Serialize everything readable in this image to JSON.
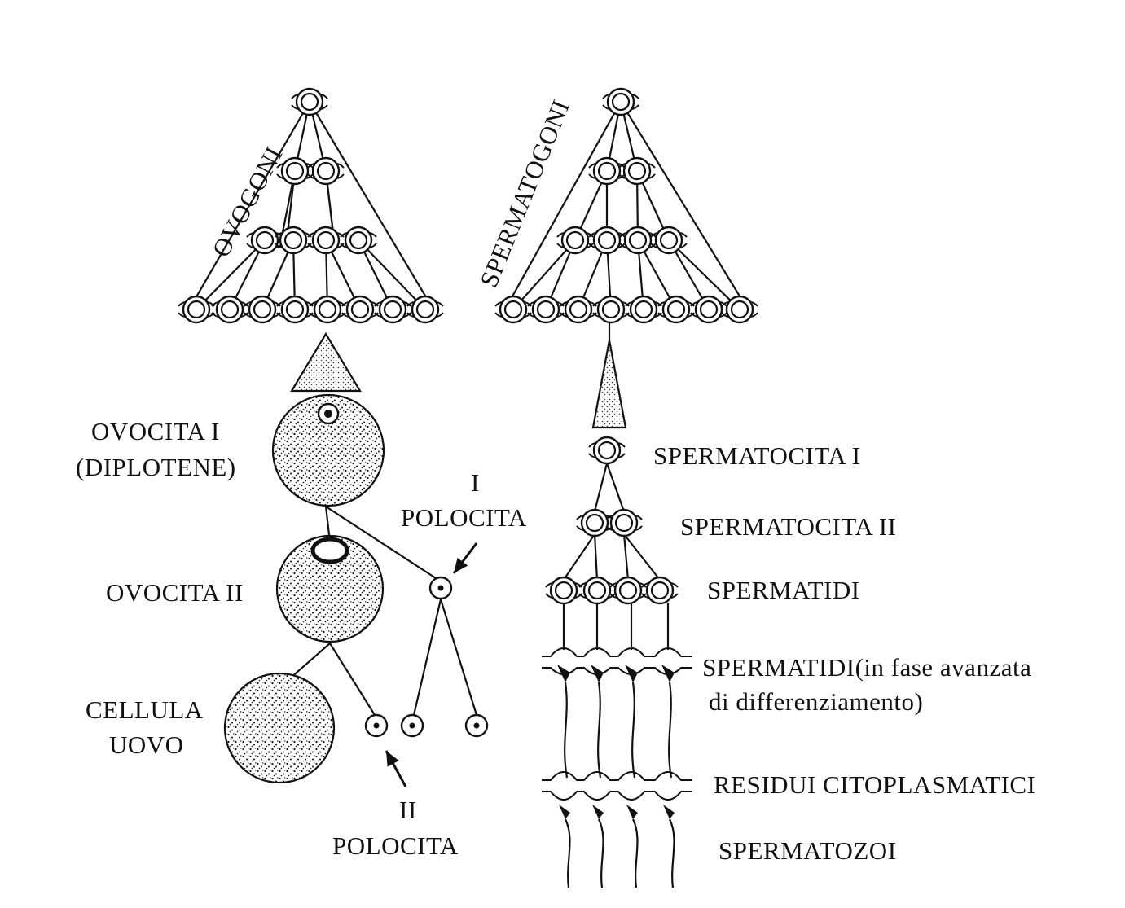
{
  "oogenesis": {
    "title": "OVOGONI",
    "ovocita1_line1": "OVOCITA I",
    "ovocita1_line2": "(DIPLOTENE)",
    "polocita1_line1": "I",
    "polocita1_line2": "POLOCITA",
    "ovocita2": "OVOCITA II",
    "cellula_line1": "CELLULA",
    "cellula_line2": "UOVO",
    "polocita2_line1": "II",
    "polocita2_line2": "POLOCITA"
  },
  "spermatogenesis": {
    "title": "SPERMATOGONI",
    "spermatocita1": "SPERMATOCITA I",
    "spermatocita2": "SPERMATOCITA II",
    "spermatidi": "SPERMATIDI",
    "spermatidi_adv_line1": "SPERMATIDI(in fase avanzata",
    "spermatidi_adv_line2": "di differenziamento)",
    "residui": "RESIDUI CITOPLASMATICI",
    "spermatozoi": "SPERMATOZOI"
  },
  "colors": {
    "ink": "#111111",
    "background": "#ffffff"
  }
}
